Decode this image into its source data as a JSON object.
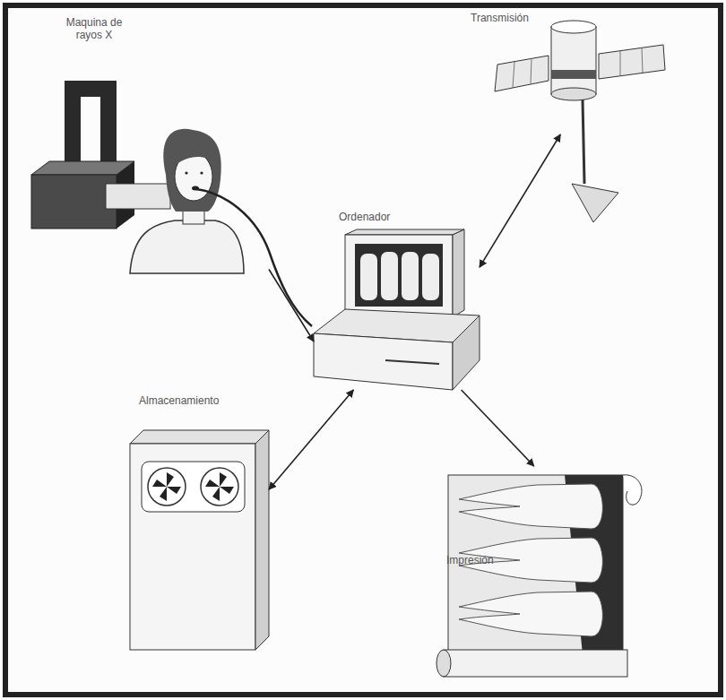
{
  "diagram": {
    "nodes": [
      {
        "text": [
          "Maquina de rayos X"
        ]
      },
      {
        "text": [
          "Transmisión"
        ]
      },
      {
        "text": [
          "Ordenador"
        ]
      },
      {
        "text": [
          "Almacenamiento"
        ]
      },
      {
        "text": [
          "Impresión"
        ]
      }
    ],
    "edges": [
      {
        "from": 0,
        "to": 2,
        "arrow": "to"
      },
      {
        "from": 2,
        "to": 1,
        "arrow": "both"
      },
      {
        "from": 2,
        "to": 3,
        "arrow": "both"
      },
      {
        "from": 2,
        "to": 4,
        "arrow": "to"
      }
    ]
  }
}
